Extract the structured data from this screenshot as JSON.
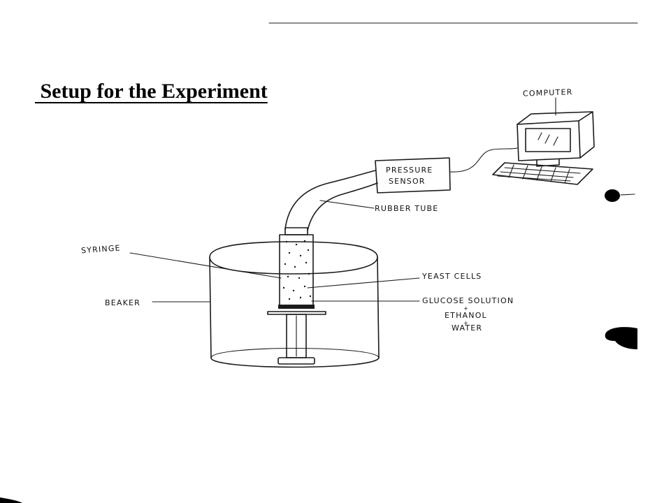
{
  "title": " Setup for the Experiment",
  "labels": {
    "computer": "COMPUTER",
    "pressure_sensor_line1": "PRESSURE",
    "pressure_sensor_line2": "SENSOR",
    "rubber_tube": "RUBBER TUBE",
    "syringe": "SYRINGE",
    "yeast_cells": "YEAST CELLS",
    "beaker": "BEAKER",
    "glucose_solution": "GLUCOSE SOLUTION",
    "plus1": "+",
    "ethanol": "ETHANOL",
    "plus2": "+",
    "water": "WATER"
  }
}
